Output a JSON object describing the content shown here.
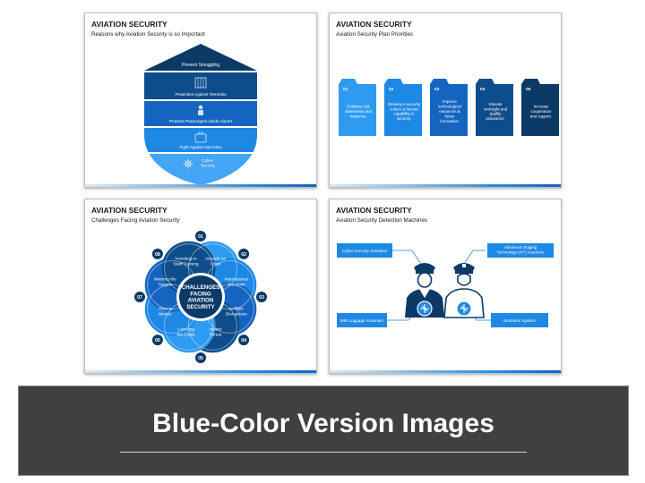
{
  "colors": {
    "accent_dark": "#0b3a66",
    "accent_mid": "#1565c0",
    "accent_light": "#2e9bf0",
    "footer_bg": "#404040"
  },
  "slide1": {
    "title": "AVIATION SECURITY",
    "subtitle": "Reasons why Aviation Security is so Important",
    "layers": [
      "Prevent Smuggling",
      "Protection Against Terrorists",
      "Protects Passengers inside Airport",
      "Fight Against Narcotics",
      "Cyber-\nSecurity"
    ],
    "icons": [
      "prisoner-icon",
      "passenger-icon",
      "briefcase-icon",
      "cyber-network-icon"
    ]
  },
  "slide2": {
    "title": "AVIATION SECURITY",
    "subtitle": "Aviation Security Plan Priorities",
    "cards": [
      {
        "num": "01",
        "text": "Enhance risk\nawareness and\nresponse."
      },
      {
        "num": "02",
        "text": "Develop a security\nculture & human\ncapability in\nsecurity."
      },
      {
        "num": "03",
        "text": "Improve\ntechnological\nresources &\nfoster\ninnovation."
      },
      {
        "num": "04",
        "text": "Elevate\noversight and\nquality\nassurance."
      },
      {
        "num": "05",
        "text": "Increase\ncooperation\nand support."
      }
    ]
  },
  "slide3": {
    "title": "AVIATION SECURITY",
    "subtitle": "Challenges Facing Aviation Security",
    "center": "CHALLENGES\nFACING\nAVIATION\nSECURITY",
    "items": [
      {
        "num": "01",
        "label": "Airports as\nCities"
      },
      {
        "num": "02",
        "label": "International\nTerrorism"
      },
      {
        "num": "03",
        "label": "In-flight\nDisruptions"
      },
      {
        "num": "04",
        "label": "Insider\nThreat"
      },
      {
        "num": "05",
        "label": "Covering\nthe Costs"
      },
      {
        "num": "06",
        "label": "Time is\nMoney"
      },
      {
        "num": "07",
        "label": "Meeting the\nTargets"
      },
      {
        "num": "08",
        "label": "Investing in\nStaff Training"
      }
    ]
  },
  "slide4": {
    "title": "AVIATION SECURITY",
    "subtitle": "Aviation Security Detection Machines",
    "boxes": [
      "Cyber Security Solutions",
      "Advanced Imaging\nTechnology (AIT) Scanners",
      "MRI Luggage Scanners",
      "Biometric System"
    ]
  },
  "footer": {
    "title": "Blue-Color Version Images"
  }
}
